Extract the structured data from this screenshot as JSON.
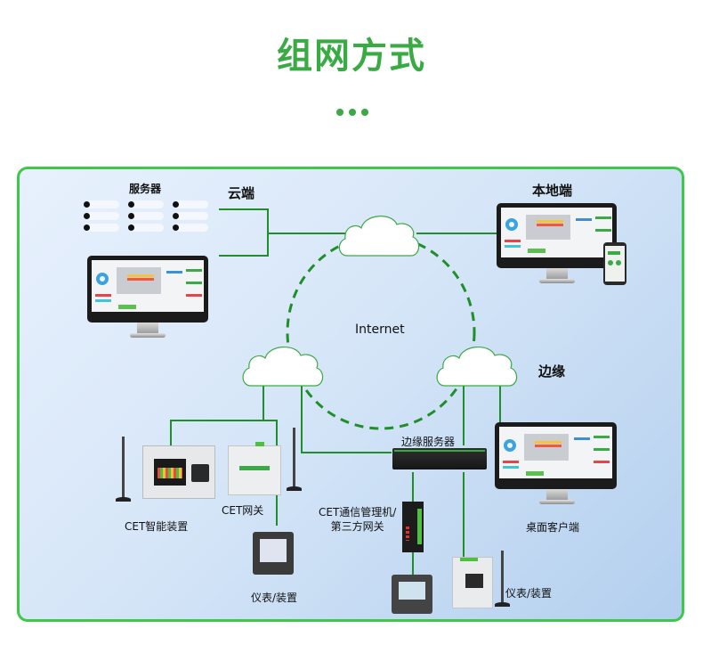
{
  "page": {
    "title": "组网方式",
    "accent_color": "#3aaa45",
    "border_color": "#3ec84a",
    "line_color": "#1f8f2a"
  },
  "zones": {
    "cloud": "云端",
    "local": "本地端",
    "edge": "边缘",
    "internet": "Internet"
  },
  "nodes": {
    "servers": "服务器",
    "cet_smart_device": "CET智能装置",
    "cet_gateway": "CET网关",
    "meter_device_left": "仪表/装置",
    "edge_server": "边缘服务器",
    "comm_manager_line1": "CET通信管理机/",
    "comm_manager_line2": "第三方网关",
    "meter_device_right": "仪表/装置",
    "desktop_client": "桌面客户端"
  },
  "icons": {
    "server_rack": "server-list-icon",
    "monitor": "monitor-icon",
    "phone": "phone-icon",
    "cloud": "cloud-icon",
    "antenna": "antenna-icon"
  }
}
